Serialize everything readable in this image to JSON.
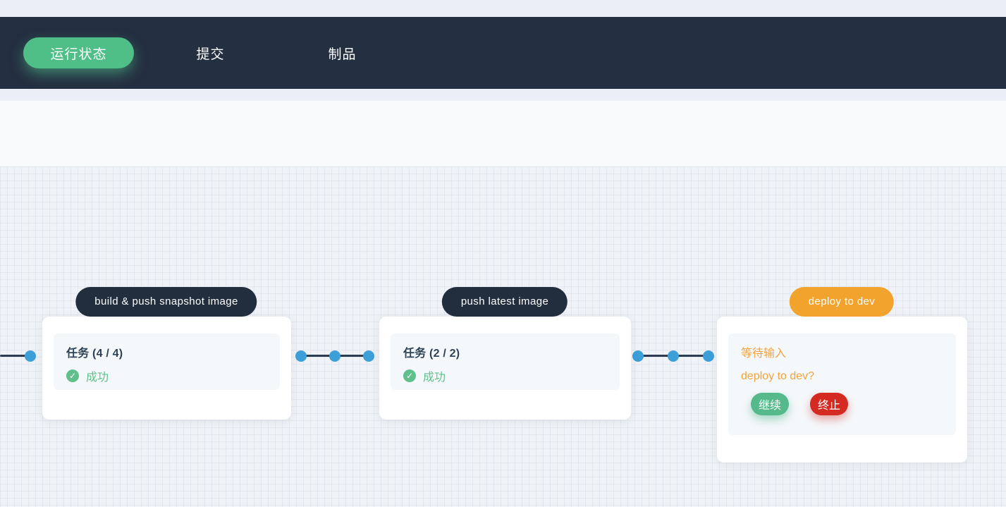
{
  "header": {
    "tabs": [
      {
        "label": "运行状态",
        "active": true
      },
      {
        "label": "提交",
        "active": false
      },
      {
        "label": "制品",
        "active": false
      }
    ]
  },
  "pipeline": {
    "stages": [
      {
        "name": "build & push snapshot image",
        "type": "build",
        "status": "success",
        "tasks_summary": "任务 (4 / 4)",
        "status_text": "成功"
      },
      {
        "name": "push latest image",
        "type": "build",
        "status": "success",
        "tasks_summary": "任务 (2 / 2)",
        "status_text": "成功"
      },
      {
        "name": "deploy to dev",
        "type": "approval",
        "status": "waiting-input",
        "waiting_text": "等待输入",
        "prompt_text": "deploy to dev?",
        "approve_label": "继续",
        "reject_label": "终止"
      }
    ]
  },
  "icons": {
    "success_check": "✓"
  },
  "colors": {
    "navbar_bg": "#242f41",
    "active_tab_green": "#4fbf87",
    "stage_label_dark": "#222d3e",
    "stage_label_orange": "#f2a32e",
    "success_green": "#5fc08c",
    "waiting_orange": "#f2a33c",
    "approve_button_green": "#56b98c",
    "reject_button_red": "#d42a21",
    "connector_dot_blue": "#3d9fd8",
    "connector_line_navy": "#2c3b52",
    "grid_bg": "#eff2f6",
    "grid_line": "#e3e8f0"
  }
}
